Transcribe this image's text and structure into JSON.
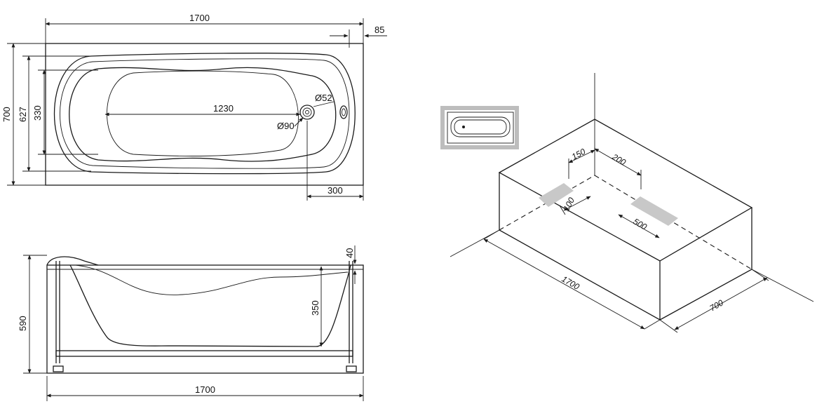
{
  "top_view": {
    "length": "1700",
    "width": "700",
    "outer_width": "627",
    "inner_width": "330",
    "inner_length": "1230",
    "drain_offset": "85",
    "overflow_diameter": "Ø52",
    "drain_diameter": "Ø90",
    "drain_position": "300"
  },
  "side_view": {
    "height": "590",
    "rim_height": "40",
    "depth": "350",
    "length": "1700"
  },
  "iso_view": {
    "dim_150": "150",
    "dim_200": "200",
    "dim_100": "100",
    "dim_500": "500",
    "length": "1700",
    "width": "700"
  },
  "colors": {
    "line": "#1a1a1a",
    "zone_fill": "#c8c8c8",
    "thumb_border": "#bdbdbd"
  }
}
